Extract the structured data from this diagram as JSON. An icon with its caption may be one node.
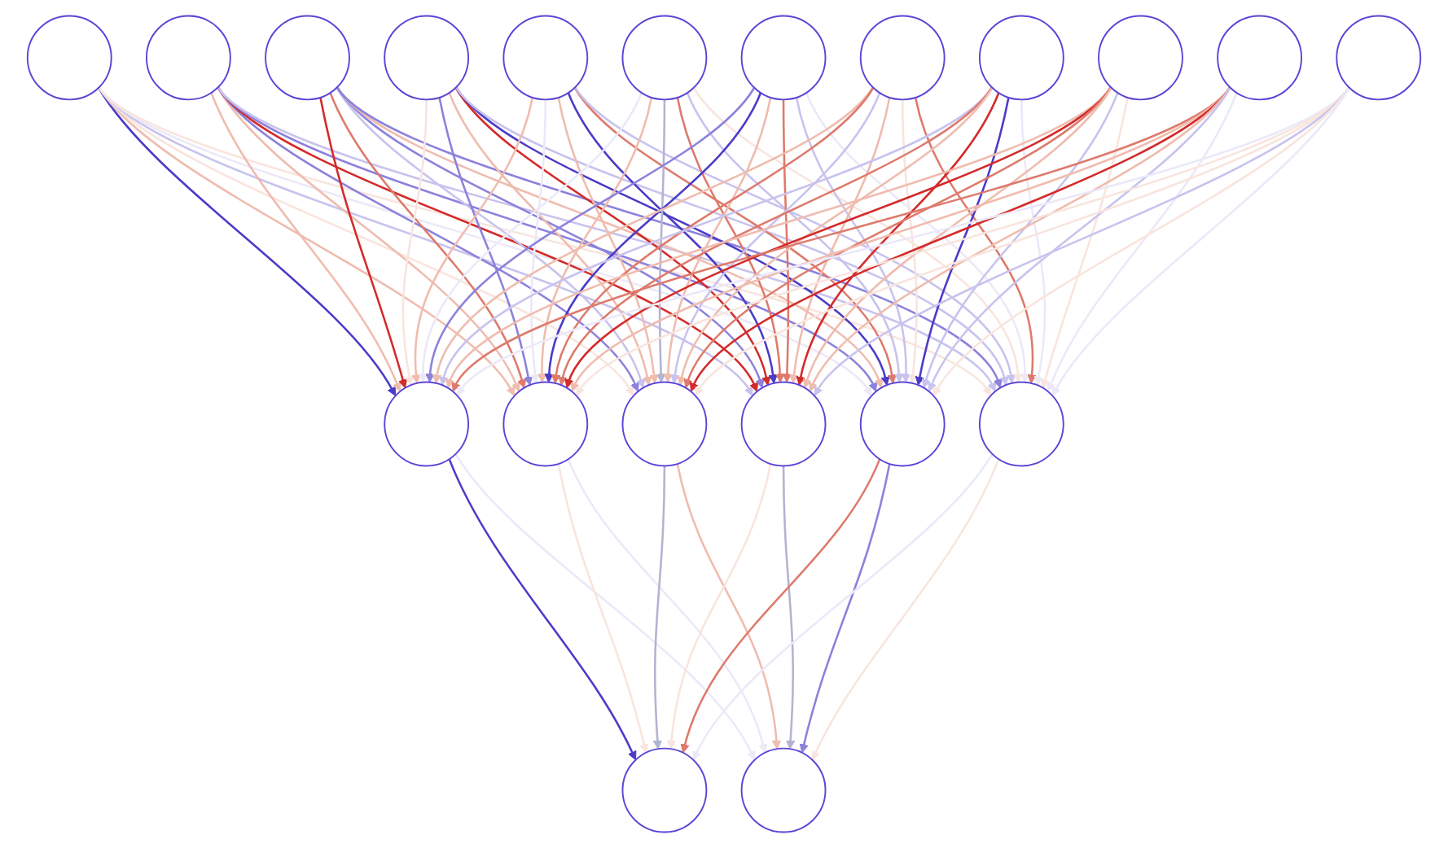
{
  "diagram": {
    "nodes": [
      {
        "text": [],
        "shape": "circle"
      },
      {
        "text": [],
        "shape": "circle"
      },
      {
        "text": [],
        "shape": "circle"
      },
      {
        "text": [],
        "shape": "circle"
      },
      {
        "text": [],
        "shape": "circle"
      },
      {
        "text": [],
        "shape": "circle"
      },
      {
        "text": [],
        "shape": "circle"
      },
      {
        "text": [],
        "shape": "circle"
      },
      {
        "text": [],
        "shape": "circle"
      },
      {
        "text": [],
        "shape": "circle"
      },
      {
        "text": [],
        "shape": "circle"
      },
      {
        "text": [],
        "shape": "circle"
      },
      {
        "text": [],
        "shape": "circle"
      },
      {
        "text": [],
        "shape": "circle"
      },
      {
        "text": [],
        "shape": "circle"
      },
      {
        "text": [],
        "shape": "circle"
      },
      {
        "text": [],
        "shape": "circle"
      },
      {
        "text": [],
        "shape": "circle"
      },
      {
        "text": [],
        "shape": "circle"
      },
      {
        "text": [],
        "shape": "circle"
      }
    ],
    "edges": [
      {
        "from": 0,
        "to": 12,
        "arrow": "to",
        "color": "#4a3cc8"
      },
      {
        "from": 0,
        "to": 13,
        "arrow": "to",
        "color": "#efbcae"
      },
      {
        "from": 0,
        "to": 14,
        "arrow": "to",
        "color": "#f8e5de"
      },
      {
        "from": 0,
        "to": 15,
        "arrow": "to",
        "color": "#c8c3ee"
      },
      {
        "from": 0,
        "to": 16,
        "arrow": "to",
        "color": "#ebe9f8"
      },
      {
        "from": 0,
        "to": 17,
        "arrow": "to",
        "color": "#f8e5de"
      },
      {
        "from": 1,
        "to": 12,
        "arrow": "to",
        "color": "#efbcae"
      },
      {
        "from": 1,
        "to": 13,
        "arrow": "to",
        "color": "#efbcae"
      },
      {
        "from": 1,
        "to": 14,
        "arrow": "to",
        "color": "#8c82dc"
      },
      {
        "from": 1,
        "to": 15,
        "arrow": "to",
        "color": "#d42a2a"
      },
      {
        "from": 1,
        "to": 16,
        "arrow": "to",
        "color": "#8c82dc"
      },
      {
        "from": 1,
        "to": 17,
        "arrow": "to",
        "color": "#c8c3ee"
      },
      {
        "from": 2,
        "to": 12,
        "arrow": "to",
        "color": "#d42a2a"
      },
      {
        "from": 2,
        "to": 13,
        "arrow": "to",
        "color": "#de7a6c"
      },
      {
        "from": 2,
        "to": 14,
        "arrow": "to",
        "color": "#c8c3ee"
      },
      {
        "from": 2,
        "to": 15,
        "arrow": "to",
        "color": "#8c82dc"
      },
      {
        "from": 2,
        "to": 16,
        "arrow": "to",
        "color": "#efbcae"
      },
      {
        "from": 2,
        "to": 17,
        "arrow": "to",
        "color": "#8c82dc"
      },
      {
        "from": 3,
        "to": 12,
        "arrow": "to",
        "color": "#f8e5de"
      },
      {
        "from": 3,
        "to": 13,
        "arrow": "to",
        "color": "#8c82dc"
      },
      {
        "from": 3,
        "to": 14,
        "arrow": "to",
        "color": "#efbcae"
      },
      {
        "from": 3,
        "to": 15,
        "arrow": "to",
        "color": "#d42a2a"
      },
      {
        "from": 3,
        "to": 16,
        "arrow": "to",
        "color": "#4a3cc8"
      },
      {
        "from": 3,
        "to": 17,
        "arrow": "to",
        "color": "#c8c3ee"
      },
      {
        "from": 4,
        "to": 12,
        "arrow": "to",
        "color": "#efbcae"
      },
      {
        "from": 4,
        "to": 13,
        "arrow": "to",
        "color": "#ebe9f8"
      },
      {
        "from": 4,
        "to": 14,
        "arrow": "to",
        "color": "#efbcae"
      },
      {
        "from": 4,
        "to": 15,
        "arrow": "to",
        "color": "#4a3cc8"
      },
      {
        "from": 4,
        "to": 16,
        "arrow": "to",
        "color": "#de7a6c"
      },
      {
        "from": 4,
        "to": 17,
        "arrow": "to",
        "color": "#c8c3ee"
      },
      {
        "from": 5,
        "to": 12,
        "arrow": "to",
        "color": "#ebe9f8"
      },
      {
        "from": 5,
        "to": 13,
        "arrow": "to",
        "color": "#efbcae"
      },
      {
        "from": 5,
        "to": 14,
        "arrow": "to",
        "color": "#b3b3d3"
      },
      {
        "from": 5,
        "to": 15,
        "arrow": "to",
        "color": "#de7a6c"
      },
      {
        "from": 5,
        "to": 16,
        "arrow": "to",
        "color": "#c8c3ee"
      },
      {
        "from": 5,
        "to": 17,
        "arrow": "to",
        "color": "#f8e5de"
      },
      {
        "from": 6,
        "to": 12,
        "arrow": "to",
        "color": "#8c82dc"
      },
      {
        "from": 6,
        "to": 13,
        "arrow": "to",
        "color": "#4a3cc8"
      },
      {
        "from": 6,
        "to": 14,
        "arrow": "to",
        "color": "#efbcae"
      },
      {
        "from": 6,
        "to": 15,
        "arrow": "to",
        "color": "#de7a6c"
      },
      {
        "from": 6,
        "to": 16,
        "arrow": "to",
        "color": "#c8c3ee"
      },
      {
        "from": 6,
        "to": 17,
        "arrow": "to",
        "color": "#ebe9f8"
      },
      {
        "from": 7,
        "to": 12,
        "arrow": "to",
        "color": "#efbcae"
      },
      {
        "from": 7,
        "to": 13,
        "arrow": "to",
        "color": "#de7a6c"
      },
      {
        "from": 7,
        "to": 14,
        "arrow": "to",
        "color": "#c8c3ee"
      },
      {
        "from": 7,
        "to": 15,
        "arrow": "to",
        "color": "#efbcae"
      },
      {
        "from": 7,
        "to": 16,
        "arrow": "to",
        "color": "#f8e5de"
      },
      {
        "from": 7,
        "to": 17,
        "arrow": "to",
        "color": "#de7a6c"
      },
      {
        "from": 8,
        "to": 12,
        "arrow": "to",
        "color": "#c8c3ee"
      },
      {
        "from": 8,
        "to": 13,
        "arrow": "to",
        "color": "#de7a6c"
      },
      {
        "from": 8,
        "to": 14,
        "arrow": "to",
        "color": "#efbcae"
      },
      {
        "from": 8,
        "to": 15,
        "arrow": "to",
        "color": "#d42a2a"
      },
      {
        "from": 8,
        "to": 16,
        "arrow": "to",
        "color": "#4a3cc8"
      },
      {
        "from": 8,
        "to": 17,
        "arrow": "to",
        "color": "#ebe9f8"
      },
      {
        "from": 9,
        "to": 12,
        "arrow": "to",
        "color": "#efbcae"
      },
      {
        "from": 9,
        "to": 13,
        "arrow": "to",
        "color": "#d42a2a"
      },
      {
        "from": 9,
        "to": 14,
        "arrow": "to",
        "color": "#de7a6c"
      },
      {
        "from": 9,
        "to": 15,
        "arrow": "to",
        "color": "#efbcae"
      },
      {
        "from": 9,
        "to": 16,
        "arrow": "to",
        "color": "#c8c3ee"
      },
      {
        "from": 9,
        "to": 17,
        "arrow": "to",
        "color": "#f8e5de"
      },
      {
        "from": 10,
        "to": 12,
        "arrow": "to",
        "color": "#de7a6c"
      },
      {
        "from": 10,
        "to": 13,
        "arrow": "to",
        "color": "#efbcae"
      },
      {
        "from": 10,
        "to": 14,
        "arrow": "to",
        "color": "#d42a2a"
      },
      {
        "from": 10,
        "to": 15,
        "arrow": "to",
        "color": "#efbcae"
      },
      {
        "from": 10,
        "to": 16,
        "arrow": "to",
        "color": "#c8c3ee"
      },
      {
        "from": 10,
        "to": 17,
        "arrow": "to",
        "color": "#ebe9f8"
      },
      {
        "from": 11,
        "to": 12,
        "arrow": "to",
        "color": "#ebe9f8"
      },
      {
        "from": 11,
        "to": 13,
        "arrow": "to",
        "color": "#f8e5de"
      },
      {
        "from": 11,
        "to": 14,
        "arrow": "to",
        "color": "#f8e5de"
      },
      {
        "from": 11,
        "to": 15,
        "arrow": "to",
        "color": "#c8c3ee"
      },
      {
        "from": 11,
        "to": 16,
        "arrow": "to",
        "color": "#f8e5de"
      },
      {
        "from": 11,
        "to": 17,
        "arrow": "to",
        "color": "#ebe9f8"
      },
      {
        "from": 12,
        "to": 18,
        "arrow": "to",
        "color": "#4a3cc8"
      },
      {
        "from": 12,
        "to": 19,
        "arrow": "to",
        "color": "#ebe9f8"
      },
      {
        "from": 13,
        "to": 18,
        "arrow": "to",
        "color": "#f8e5de"
      },
      {
        "from": 13,
        "to": 19,
        "arrow": "to",
        "color": "#ebe9f8"
      },
      {
        "from": 14,
        "to": 18,
        "arrow": "to",
        "color": "#b3b3d3"
      },
      {
        "from": 14,
        "to": 19,
        "arrow": "to",
        "color": "#efbcae"
      },
      {
        "from": 15,
        "to": 18,
        "arrow": "to",
        "color": "#f8e5de"
      },
      {
        "from": 15,
        "to": 19,
        "arrow": "to",
        "color": "#b3b3d3"
      },
      {
        "from": 16,
        "to": 18,
        "arrow": "to",
        "color": "#de7a6c"
      },
      {
        "from": 16,
        "to": 19,
        "arrow": "to",
        "color": "#8c82dc"
      },
      {
        "from": 17,
        "to": 18,
        "arrow": "to",
        "color": "#ebe9f8"
      },
      {
        "from": 17,
        "to": 19,
        "arrow": "to",
        "color": "#f8e5de"
      }
    ]
  }
}
